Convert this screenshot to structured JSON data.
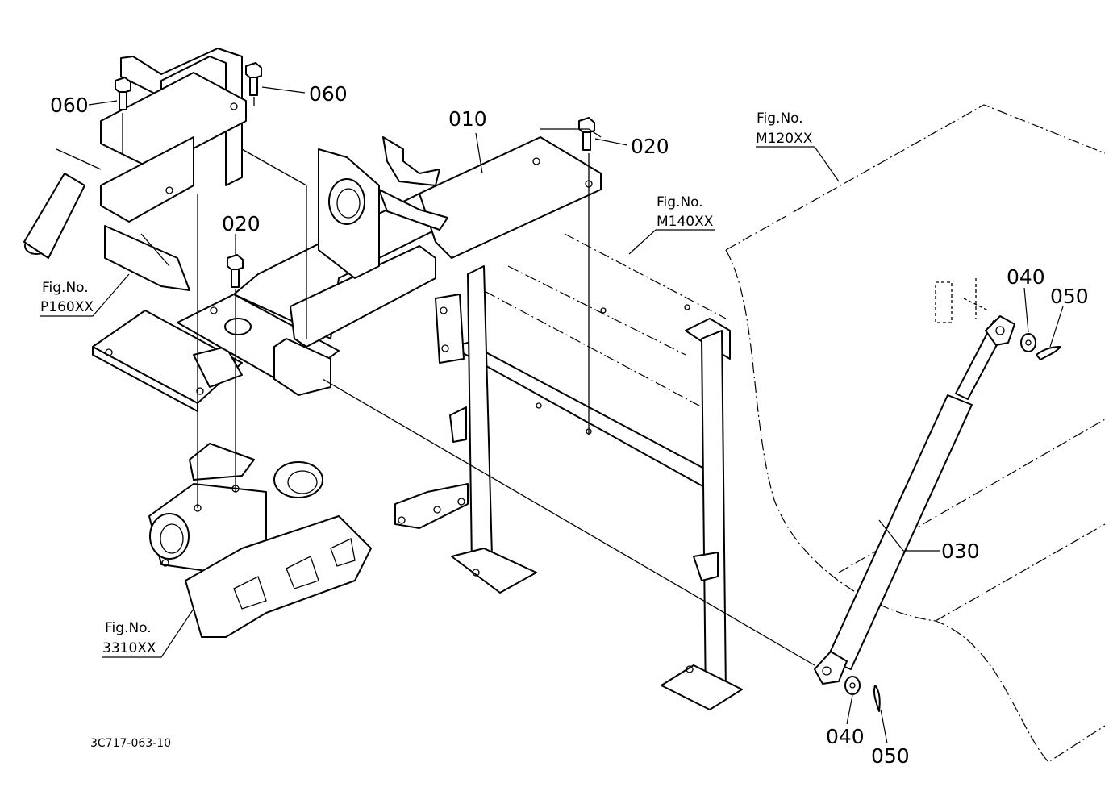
{
  "callouts": {
    "p010": "010",
    "p020_top": "020",
    "p020_left": "020",
    "p030": "030",
    "p040_top": "040",
    "p040_bottom": "040",
    "p050_top": "050",
    "p050_bottom": "050",
    "p060_left": "060",
    "p060_right": "060"
  },
  "figure_refs": {
    "p160": {
      "label": "Fig.No.",
      "number": "P160XX"
    },
    "m140": {
      "label": "Fig.No.",
      "number": "M140XX"
    },
    "m120": {
      "label": "Fig.No.",
      "number": "M120XX"
    },
    "r3310": {
      "label": "Fig.No.",
      "number": "3310XX"
    }
  },
  "drawing_code": "3C717-063-10"
}
